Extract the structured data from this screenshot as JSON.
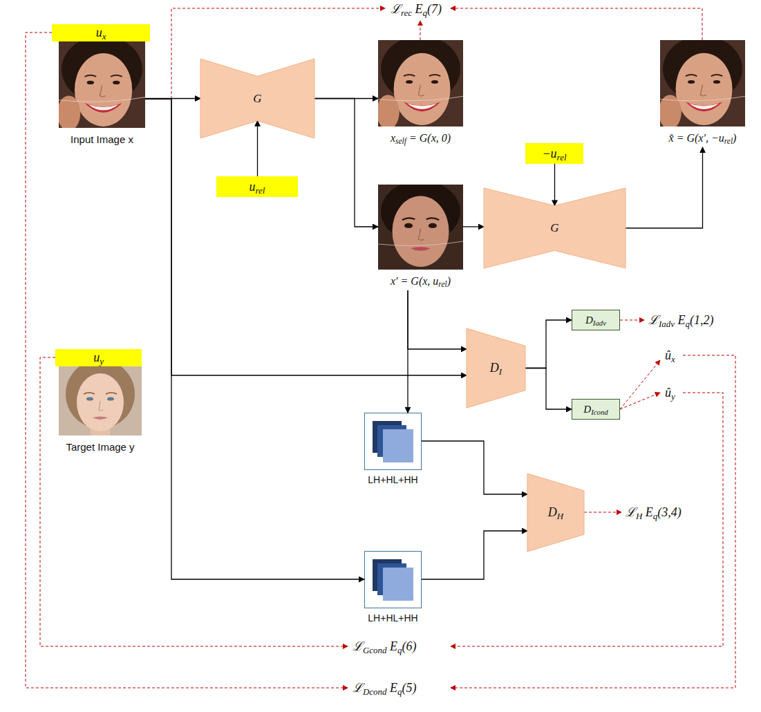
{
  "diagram": {
    "nodes": [
      {
        "text": [
          "ux"
        ]
      },
      {
        "text": [
          "Input Image x"
        ]
      },
      {
        "text": [
          "G"
        ]
      },
      {
        "text": [
          "urel"
        ]
      },
      {
        "text": [
          "xself = G(x, 0)"
        ]
      },
      {
        "text": [
          "x′ = G(x, urel)"
        ]
      },
      {
        "text": [
          "−urel"
        ]
      },
      {
        "text": [
          "G"
        ]
      },
      {
        "text": [
          "x̂ = G(x′, −urel)"
        ]
      },
      {
        "text": [
          "DI"
        ]
      },
      {
        "text": [
          "DIadv"
        ]
      },
      {
        "text": [
          "DIcond"
        ]
      },
      {
        "text": [
          "uy"
        ]
      },
      {
        "text": [
          "Target Image y"
        ]
      },
      {
        "text": [
          "LH+HL+HH"
        ]
      },
      {
        "text": [
          "DH"
        ]
      },
      {
        "text": [
          "LH+HL+HH"
        ]
      }
    ],
    "edges": [
      {
        "from": 1,
        "to": 2,
        "arrow": "to"
      },
      {
        "from": 3,
        "to": 2,
        "arrow": "to"
      },
      {
        "from": 2,
        "to": 4,
        "arrow": "to"
      },
      {
        "from": 2,
        "to": 5,
        "arrow": "to"
      },
      {
        "from": 6,
        "to": 7,
        "arrow": "to"
      },
      {
        "from": 5,
        "to": 7,
        "arrow": "to"
      },
      {
        "from": 7,
        "to": 8,
        "arrow": "to"
      },
      {
        "from": 5,
        "to": 9,
        "arrow": "to"
      },
      {
        "from": 1,
        "to": 9,
        "arrow": "to"
      },
      {
        "from": 9,
        "to": 10,
        "arrow": "to"
      },
      {
        "from": 9,
        "to": 11,
        "arrow": "to"
      },
      {
        "from": 5,
        "to": 14,
        "arrow": "to"
      },
      {
        "from": 1,
        "to": 16,
        "arrow": "to"
      },
      {
        "from": 14,
        "to": 15,
        "arrow": "to"
      },
      {
        "from": 16,
        "to": 15,
        "arrow": "to"
      }
    ],
    "labels": [
      "ℒrec Eq(7)",
      "ℒIadv Eq(1,2)",
      "ûx",
      "ûy",
      "ℒH Eq(3,4)",
      "ℒGcond Eq(6)",
      "ℒDcond Eq(5)"
    ]
  }
}
